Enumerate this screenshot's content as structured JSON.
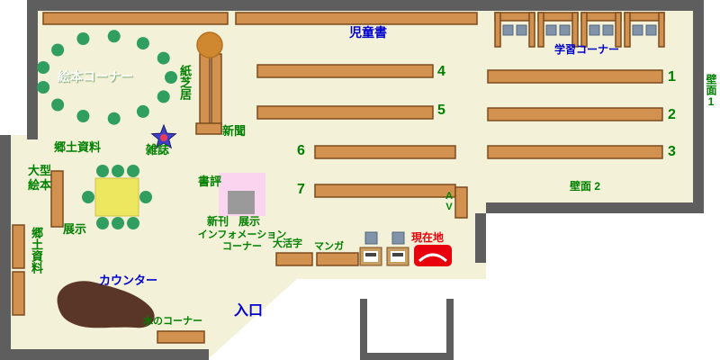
{
  "colors": {
    "floor": "#f4f1d9",
    "wall": "#5e5e5e",
    "shelf": "#d2914f",
    "shelf_border": "#7b4a1e",
    "green": "#008000",
    "blue": "#0000cc",
    "red": "#e8000d",
    "counter": "#5a3626",
    "table": "#ece75f",
    "stool": "#2f9e5f",
    "pink": "#fbd5ef",
    "chair": "#8193a8"
  },
  "labels": {
    "jidosho": "児童書",
    "gakushu_corner": "学習コーナー",
    "ehon_corner": "絵本コーナー",
    "kamishibai": "紙芝居",
    "shinbun": "新聞",
    "zasshi": "雑誌",
    "kyodo_shiryo_upper": "郷土資料",
    "ogata_ehon": "大型\n絵本",
    "kyodo_shiryo_left": "郷土資料",
    "tenji_left": "展示",
    "shohyo": "書評",
    "shinkan": "新刊",
    "tenji_display": "展示",
    "information_corner": "インフォメーション\nコーナー",
    "daikatsuji": "大活字",
    "manga": "マンガ",
    "genzaichi": "現在地",
    "counter": "カウンター",
    "mizu_corner": "水のコーナー",
    "entrance": "入口",
    "av": "AV",
    "hekimen1": "壁面1",
    "hekimen2": "壁面 2"
  },
  "shelf_numbers": {
    "n1": "1",
    "n2": "2",
    "n3": "3",
    "n4": "4",
    "n5": "5",
    "n6": "6",
    "n7": "7"
  }
}
